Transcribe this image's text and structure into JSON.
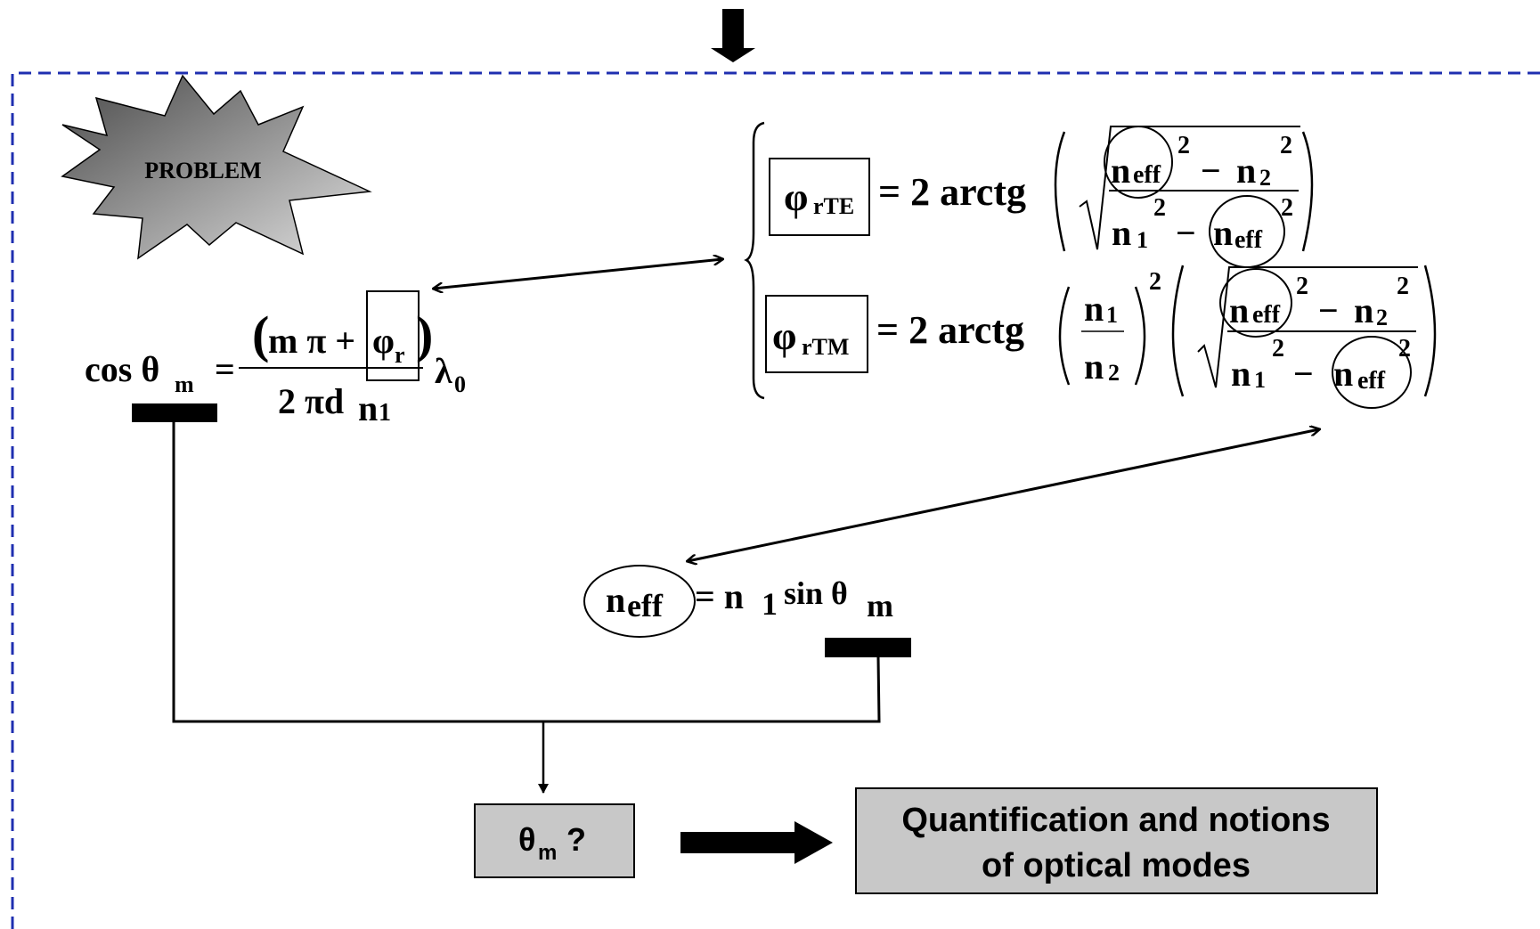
{
  "colors": {
    "frame": "#1f2fb0",
    "box_fill": "#c8c8c8",
    "star_dark": "#5a5a5a",
    "star_light": "#d6d6d6"
  },
  "problem": {
    "label": "PROBLEM"
  },
  "eq_cos": {
    "lhs": "cos θ",
    "lhs_sub": "m",
    "eq": "=",
    "num_open": "(",
    "num_text": "m π +",
    "phi": "φ",
    "phi_sub": "r",
    "num_close": ")",
    "den": "2 πd",
    "den_n": "n",
    "den_n_sub": "1",
    "lambda": "λ",
    "lambda_sub": "0"
  },
  "eq_te": {
    "phi": "φ",
    "phi_sub": "rTE",
    "rhs": "= 2 arctg",
    "num_n": "n",
    "num_n_sub": "eff",
    "exp1": "2",
    "minus": "−",
    "num_n2": "n",
    "num_n2_sub": "2",
    "exp2": "2",
    "den_n": "n",
    "den_n_sub": "1",
    "exp3": "2",
    "den_minus": "−",
    "den_n2": "n",
    "den_n2_sub": "eff",
    "exp4": "2"
  },
  "eq_tm": {
    "phi": "φ",
    "phi_sub": "rTM",
    "rhs": "= 2 arctg",
    "frac_num": "n",
    "frac_num_sub": "1",
    "frac_den": "n",
    "frac_den_sub": "2",
    "frac_exp": "2",
    "num_n": "n",
    "num_n_sub": "eff",
    "exp1": "2",
    "minus": "−",
    "num_n2": "n",
    "num_n2_sub": "2",
    "exp2": "2",
    "den_n": "n",
    "den_n_sub": "1",
    "exp3": "2",
    "den_minus": "−",
    "den_n2": "n",
    "den_n2_sub": "eff",
    "exp4": "2"
  },
  "eq_neff": {
    "n": "n",
    "n_sub": "eff",
    "rhs": "= n",
    "rhs_sub": "1",
    "sin": "sin θ",
    "sin_sub": "m"
  },
  "theta_box": {
    "label": "θ",
    "sub": "m",
    "q": "?"
  },
  "result_box": {
    "line1": "Quantification and notions",
    "line2": "of optical modes"
  }
}
